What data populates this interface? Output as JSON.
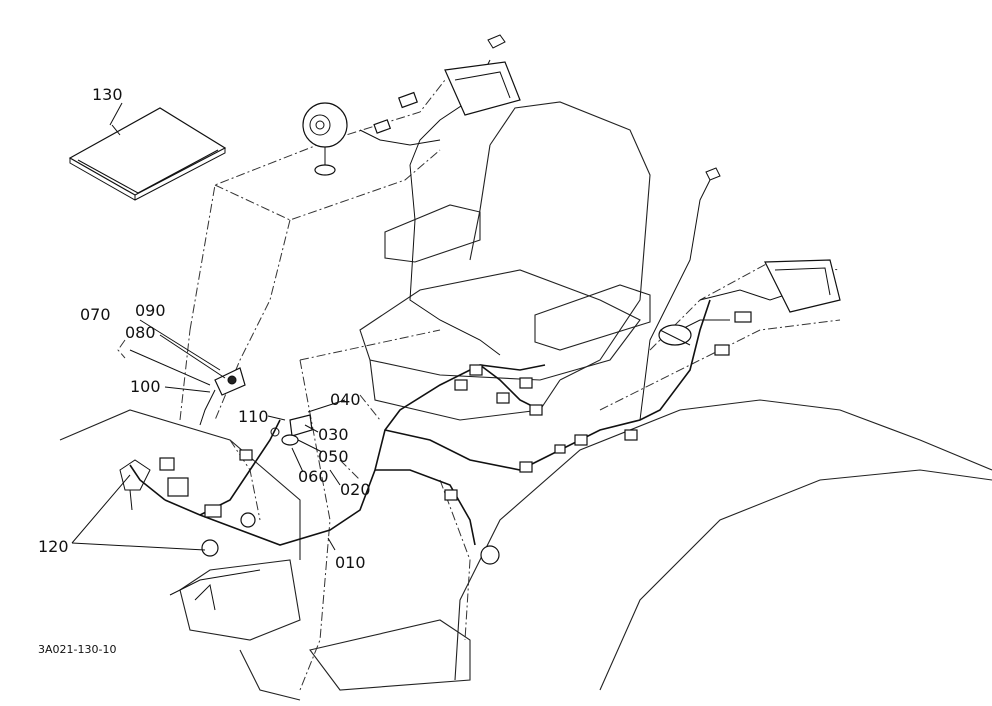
{
  "diagram": {
    "code": "3A021-130-10",
    "callouts": [
      {
        "id": "010",
        "label": "010"
      },
      {
        "id": "020",
        "label": "020"
      },
      {
        "id": "030",
        "label": "030"
      },
      {
        "id": "040",
        "label": "040"
      },
      {
        "id": "050",
        "label": "050"
      },
      {
        "id": "060",
        "label": "060"
      },
      {
        "id": "070",
        "label": "070"
      },
      {
        "id": "080",
        "label": "080"
      },
      {
        "id": "090",
        "label": "090"
      },
      {
        "id": "100",
        "label": "100"
      },
      {
        "id": "110",
        "label": "110"
      },
      {
        "id": "120",
        "label": "120"
      },
      {
        "id": "130",
        "label": "130"
      }
    ]
  }
}
